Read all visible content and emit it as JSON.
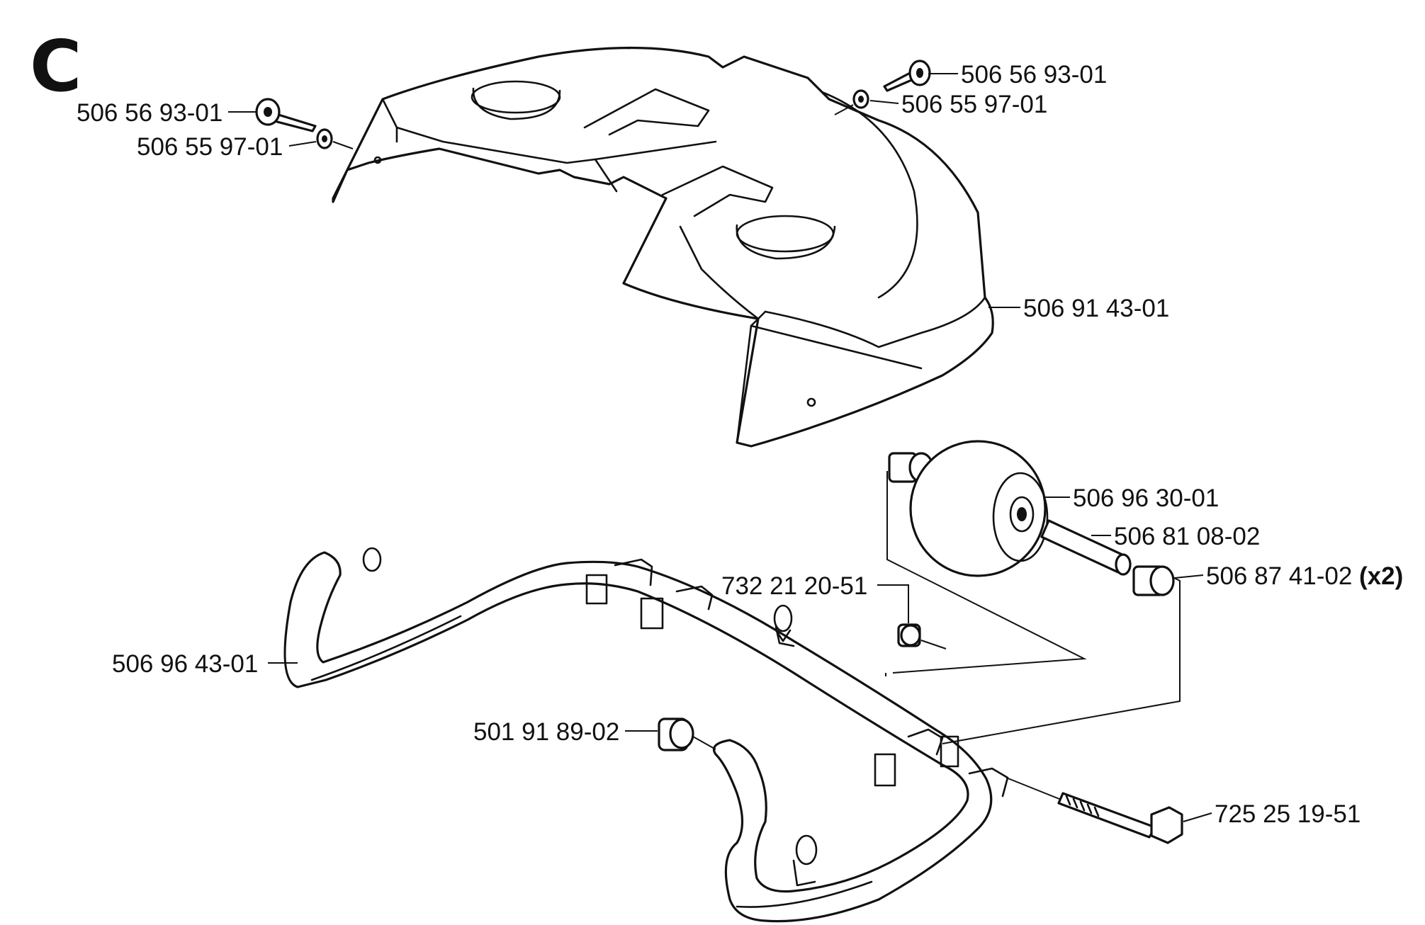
{
  "section_letter": "C",
  "callouts": [
    {
      "id": "screw-left",
      "number": "506 56 93-01",
      "qty": ""
    },
    {
      "id": "washer-left",
      "number": "506 55 97-01",
      "qty": ""
    },
    {
      "id": "screw-right",
      "number": "506 56 93-01",
      "qty": ""
    },
    {
      "id": "washer-right",
      "number": "506 55 97-01",
      "qty": ""
    },
    {
      "id": "cover",
      "number": "506 91 43-01",
      "qty": ""
    },
    {
      "id": "wheel",
      "number": "506 96 30-01",
      "qty": ""
    },
    {
      "id": "axle",
      "number": "506 81 08-02",
      "qty": ""
    },
    {
      "id": "bushing-x2",
      "number": "506 87 41-02",
      "qty": "(x2)"
    },
    {
      "id": "nut",
      "number": "732 21 20-51",
      "qty": ""
    },
    {
      "id": "bumper-frame",
      "number": "506 96 43-01",
      "qty": ""
    },
    {
      "id": "spacer",
      "number": "501 91 89-02",
      "qty": ""
    },
    {
      "id": "bolt",
      "number": "725 25 19-51",
      "qty": ""
    }
  ]
}
